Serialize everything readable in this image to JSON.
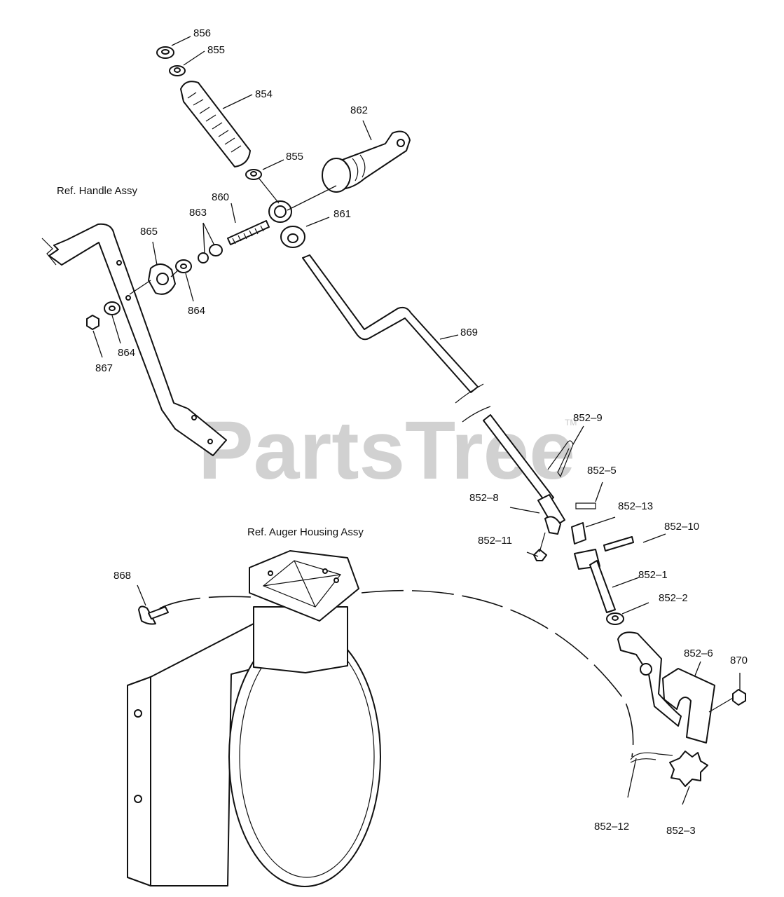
{
  "watermark": {
    "text": "PartsTree",
    "trademark": "TM"
  },
  "references": {
    "handle_assy": "Ref. Handle Assy",
    "auger_housing_assy": "Ref. Auger Housing Assy"
  },
  "part_labels": {
    "p856": "856",
    "p855a": "855",
    "p854": "854",
    "p855b": "855",
    "p862": "862",
    "p860": "860",
    "p861": "861",
    "p863": "863",
    "p865": "865",
    "p864a": "864",
    "p864b": "864",
    "p867": "867",
    "p869": "869",
    "p852_9": "852–9",
    "p852_5": "852–5",
    "p852_8": "852–8",
    "p852_13": "852–13",
    "p852_10": "852–10",
    "p852_11": "852–11",
    "p852_1": "852–1",
    "p852_2": "852–2",
    "p868": "868",
    "p852_6": "852–6",
    "p870": "870",
    "p852_12": "852–12",
    "p852_3": "852–3"
  }
}
